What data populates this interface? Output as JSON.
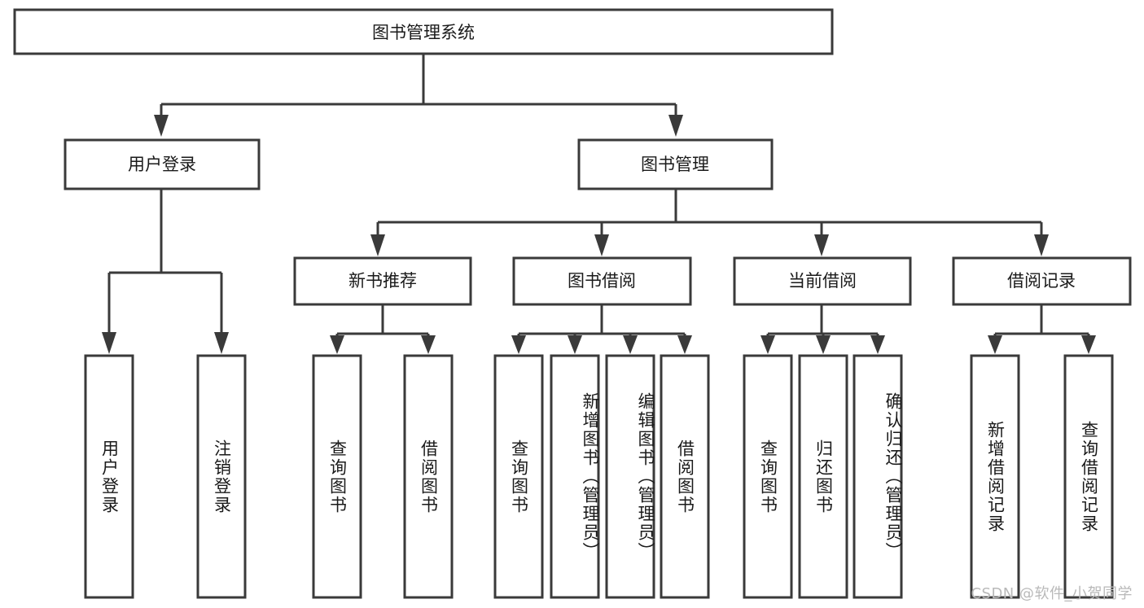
{
  "diagram": {
    "type": "tree-hierarchy",
    "title": "图书管理系统",
    "root": {
      "label": "图书管理系统"
    },
    "level2": [
      {
        "id": "user-login",
        "label": "用户登录"
      },
      {
        "id": "book-manage",
        "label": "图书管理"
      }
    ],
    "level3": [
      {
        "id": "new-book-recommend",
        "label": "新书推荐"
      },
      {
        "id": "book-borrow",
        "label": "图书借阅"
      },
      {
        "id": "current-borrow",
        "label": "当前借阅"
      },
      {
        "id": "borrow-record",
        "label": "借阅记录"
      }
    ],
    "leaves": {
      "user_login": [
        {
          "id": "leaf-user-login",
          "label": "用户登录"
        },
        {
          "id": "leaf-logout-login",
          "label": "注销登录"
        }
      ],
      "new_book_recommend": [
        {
          "id": "leaf-query-book-1",
          "label": "查询图书"
        },
        {
          "id": "leaf-borrow-book-1",
          "label": "借阅图书"
        }
      ],
      "book_borrow": [
        {
          "id": "leaf-query-book-2",
          "label": "查询图书"
        },
        {
          "id": "leaf-add-book",
          "label": "新增图书（管理员）"
        },
        {
          "id": "leaf-edit-book",
          "label": "编辑图书（管理员）"
        },
        {
          "id": "leaf-borrow-book-2",
          "label": "借阅图书"
        }
      ],
      "current_borrow": [
        {
          "id": "leaf-query-book-3",
          "label": "查询图书"
        },
        {
          "id": "leaf-return-book",
          "label": "归还图书"
        },
        {
          "id": "leaf-confirm-return",
          "label": "确认归还（管理员）"
        }
      ],
      "borrow_record": [
        {
          "id": "leaf-add-record",
          "label": "新增借阅记录"
        },
        {
          "id": "leaf-query-record",
          "label": "查询借阅记录"
        }
      ]
    },
    "colors": {
      "box_stroke": "#3a3a3a",
      "box_fill": "#ffffff",
      "text": "#1a1a1a",
      "background": "#ffffff",
      "watermark": "#b9b9b9"
    }
  },
  "watermark": {
    "text": "CSDN @软件_小贺同学"
  }
}
